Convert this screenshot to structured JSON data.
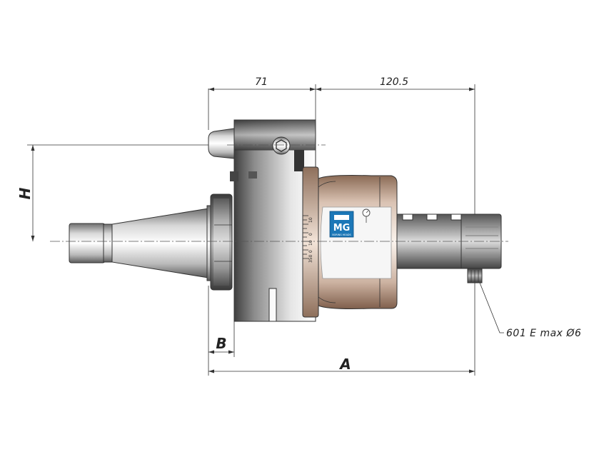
{
  "dimensions": {
    "top_left": "71",
    "top_right": "120.5",
    "height_label": "H",
    "b_label": "B",
    "a_label": "A"
  },
  "callout": {
    "text": "601 E max Ø6"
  },
  "logo": {
    "text": "MG",
    "small_text": "BORING HEADS"
  },
  "scale": {
    "labels": [
      "10",
      "0",
      "10",
      "0",
      "350"
    ]
  }
}
